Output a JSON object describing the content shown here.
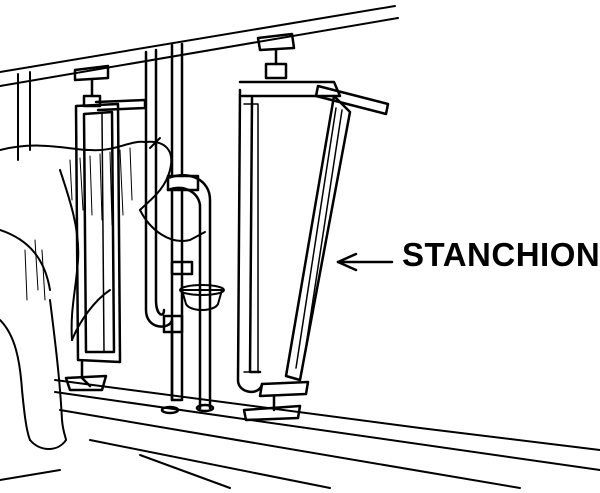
{
  "figure": {
    "callout_label": "STANCHION",
    "colors": {
      "ink": "#000000",
      "background": "#ffffff"
    },
    "depicted": [
      "cow",
      "stanchion",
      "water-bowl",
      "pipe-rail",
      "floor-curb"
    ]
  }
}
